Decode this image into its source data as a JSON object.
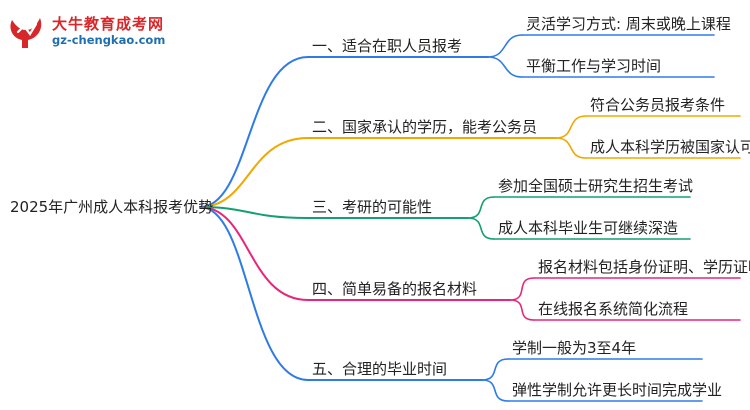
{
  "logo": {
    "title": "大牛教育成考网",
    "url": "gz-chengkao.com",
    "icon": "bull-horn-logo-icon",
    "colors": {
      "title": "#d8272a",
      "url": "#1f6fb0"
    }
  },
  "mindmap": {
    "root": "2025年广州成人本科报考优势",
    "branches": [
      {
        "label": "一、适合在职人员报考",
        "color": "#2e7be8",
        "children": [
          "灵活学习方式: 周末或晚上课程",
          "平衡工作与学习时间"
        ]
      },
      {
        "label": "二、国家承认的学历，能考公务员",
        "color": "#f0a800",
        "children": [
          "符合公务员报考条件",
          "成人本科学历被国家认可"
        ]
      },
      {
        "label": "三、考研的可能性",
        "color": "#14a06e",
        "children": [
          "参加全国硕士研究生招生考试",
          "成人本科毕业生可继续深造"
        ]
      },
      {
        "label": "四、简单易备的报名材料",
        "color": "#e8257a",
        "children": [
          "报名材料包括身份证明、学历证明",
          "在线报名系统简化流程"
        ]
      },
      {
        "label": "五、合理的毕业时间",
        "color": "#2e7be8",
        "children": [
          "学制一般为3至4年",
          "弹性学制允许更长时间完成学业"
        ]
      }
    ]
  }
}
